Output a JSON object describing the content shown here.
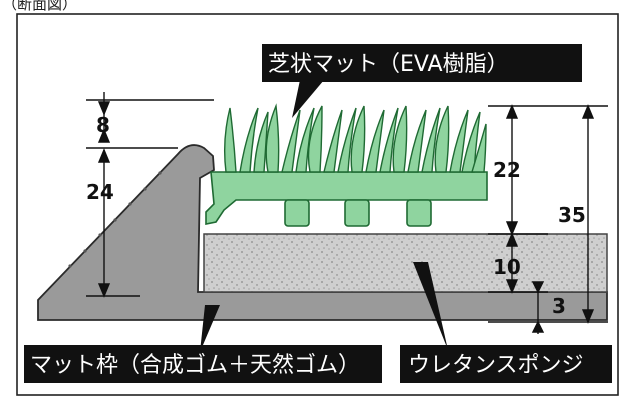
{
  "heading": "（断面図）",
  "labels": {
    "turf": "芝状マット（EVA樹脂）",
    "frame": "マット枠（合成ゴム＋天然ゴム）",
    "sponge": "ウレタンスポンジ"
  },
  "dimensions": {
    "d8": "8",
    "d24": "24",
    "d22": "22",
    "d10": "10",
    "d3": "3",
    "d35": "35"
  },
  "colors": {
    "frame_fill": "#9a9a9a",
    "frame_stroke": "#2b2b2b",
    "turf_fill": "#8fd49f",
    "turf_stroke": "#1f6a33",
    "sponge_fill": "#cfcfcf",
    "label_bg": "#111111"
  }
}
